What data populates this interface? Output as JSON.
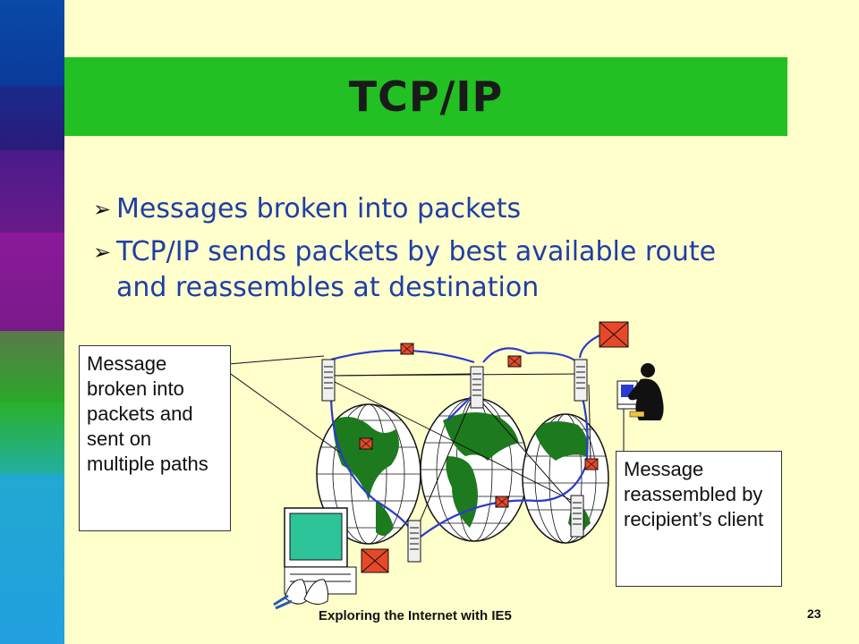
{
  "slide": {
    "title": "TCP/IP",
    "bullets": [
      "Messages broken into packets",
      "TCP/IP sends packets by best available route and reassembles at destination"
    ],
    "callout_left": "Message broken into packets and sent on multiple paths",
    "callout_right": "Message reassembled by recipient’s client",
    "footer": "Exploring the Internet with IE5",
    "page_number": "23"
  },
  "colors": {
    "background": "#ffffcc",
    "title_bar": "#22c022",
    "bullet_text": "#1e3ea8",
    "route_lines": "#2b3cc8",
    "packet": "#e8482a",
    "sidebar": [
      "#0a3a9a",
      "#2a1b7a",
      "#6a1a8a",
      "#8a1a9a",
      "#2aa82a",
      "#22b0b0",
      "#22a0d8"
    ]
  },
  "icons": [
    "bullet-arrow-icon",
    "globe-icon",
    "server-icon",
    "envelope-icon",
    "computer-icon",
    "user-at-computer-icon"
  ]
}
